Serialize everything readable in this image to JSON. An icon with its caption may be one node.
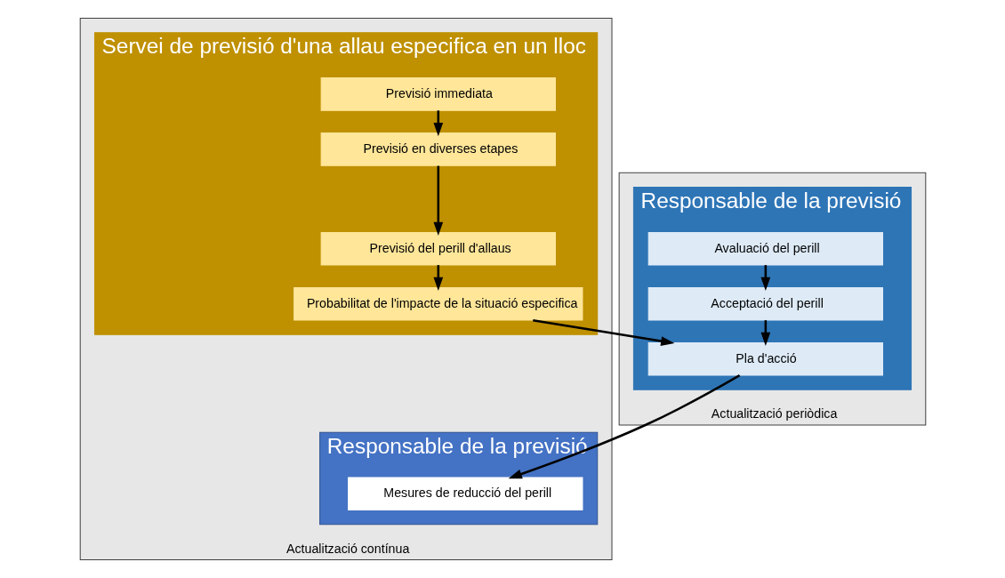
{
  "diagram": {
    "nodes": [
      {
        "text": [
          "Actualització contínua"
        ]
      },
      {
        "text": [
          "Servei de previsió d'una allau especifica en un lloc"
        ],
        "in": 0
      },
      {
        "text": [
          "Previsió immediata"
        ],
        "in": 1
      },
      {
        "text": [
          "Previsió en diverses etapes"
        ],
        "in": 1
      },
      {
        "text": [
          "Previsió del perill d'allaus"
        ],
        "in": 1
      },
      {
        "text": [
          "Probabilitat de l'impacte de la situació especifica"
        ],
        "in": 1
      },
      {
        "text": [
          "Responsable de la previsió"
        ],
        "in": 0
      },
      {
        "text": [
          "Mesures de reducció del perill"
        ],
        "in": 6
      },
      {
        "text": [
          "Actualització periòdica"
        ]
      },
      {
        "text": [
          "Responsable de la previsió"
        ],
        "in": 8
      },
      {
        "text": [
          "Avaluació del perill"
        ],
        "in": 9
      },
      {
        "text": [
          "Acceptació del perill"
        ],
        "in": 9
      },
      {
        "text": [
          "Pla d'acció"
        ],
        "in": 9
      }
    ],
    "edges": [
      {
        "from": 2,
        "to": 3,
        "arrow": "to"
      },
      {
        "from": 3,
        "to": 4,
        "arrow": "to"
      },
      {
        "from": 4,
        "to": 5,
        "arrow": "to"
      },
      {
        "from": 5,
        "to": 12,
        "arrow": "to"
      },
      {
        "from": 10,
        "to": 11,
        "arrow": "to"
      },
      {
        "from": 11,
        "to": 12,
        "arrow": "to"
      },
      {
        "from": 12,
        "to": 7,
        "arrow": "to"
      }
    ]
  }
}
